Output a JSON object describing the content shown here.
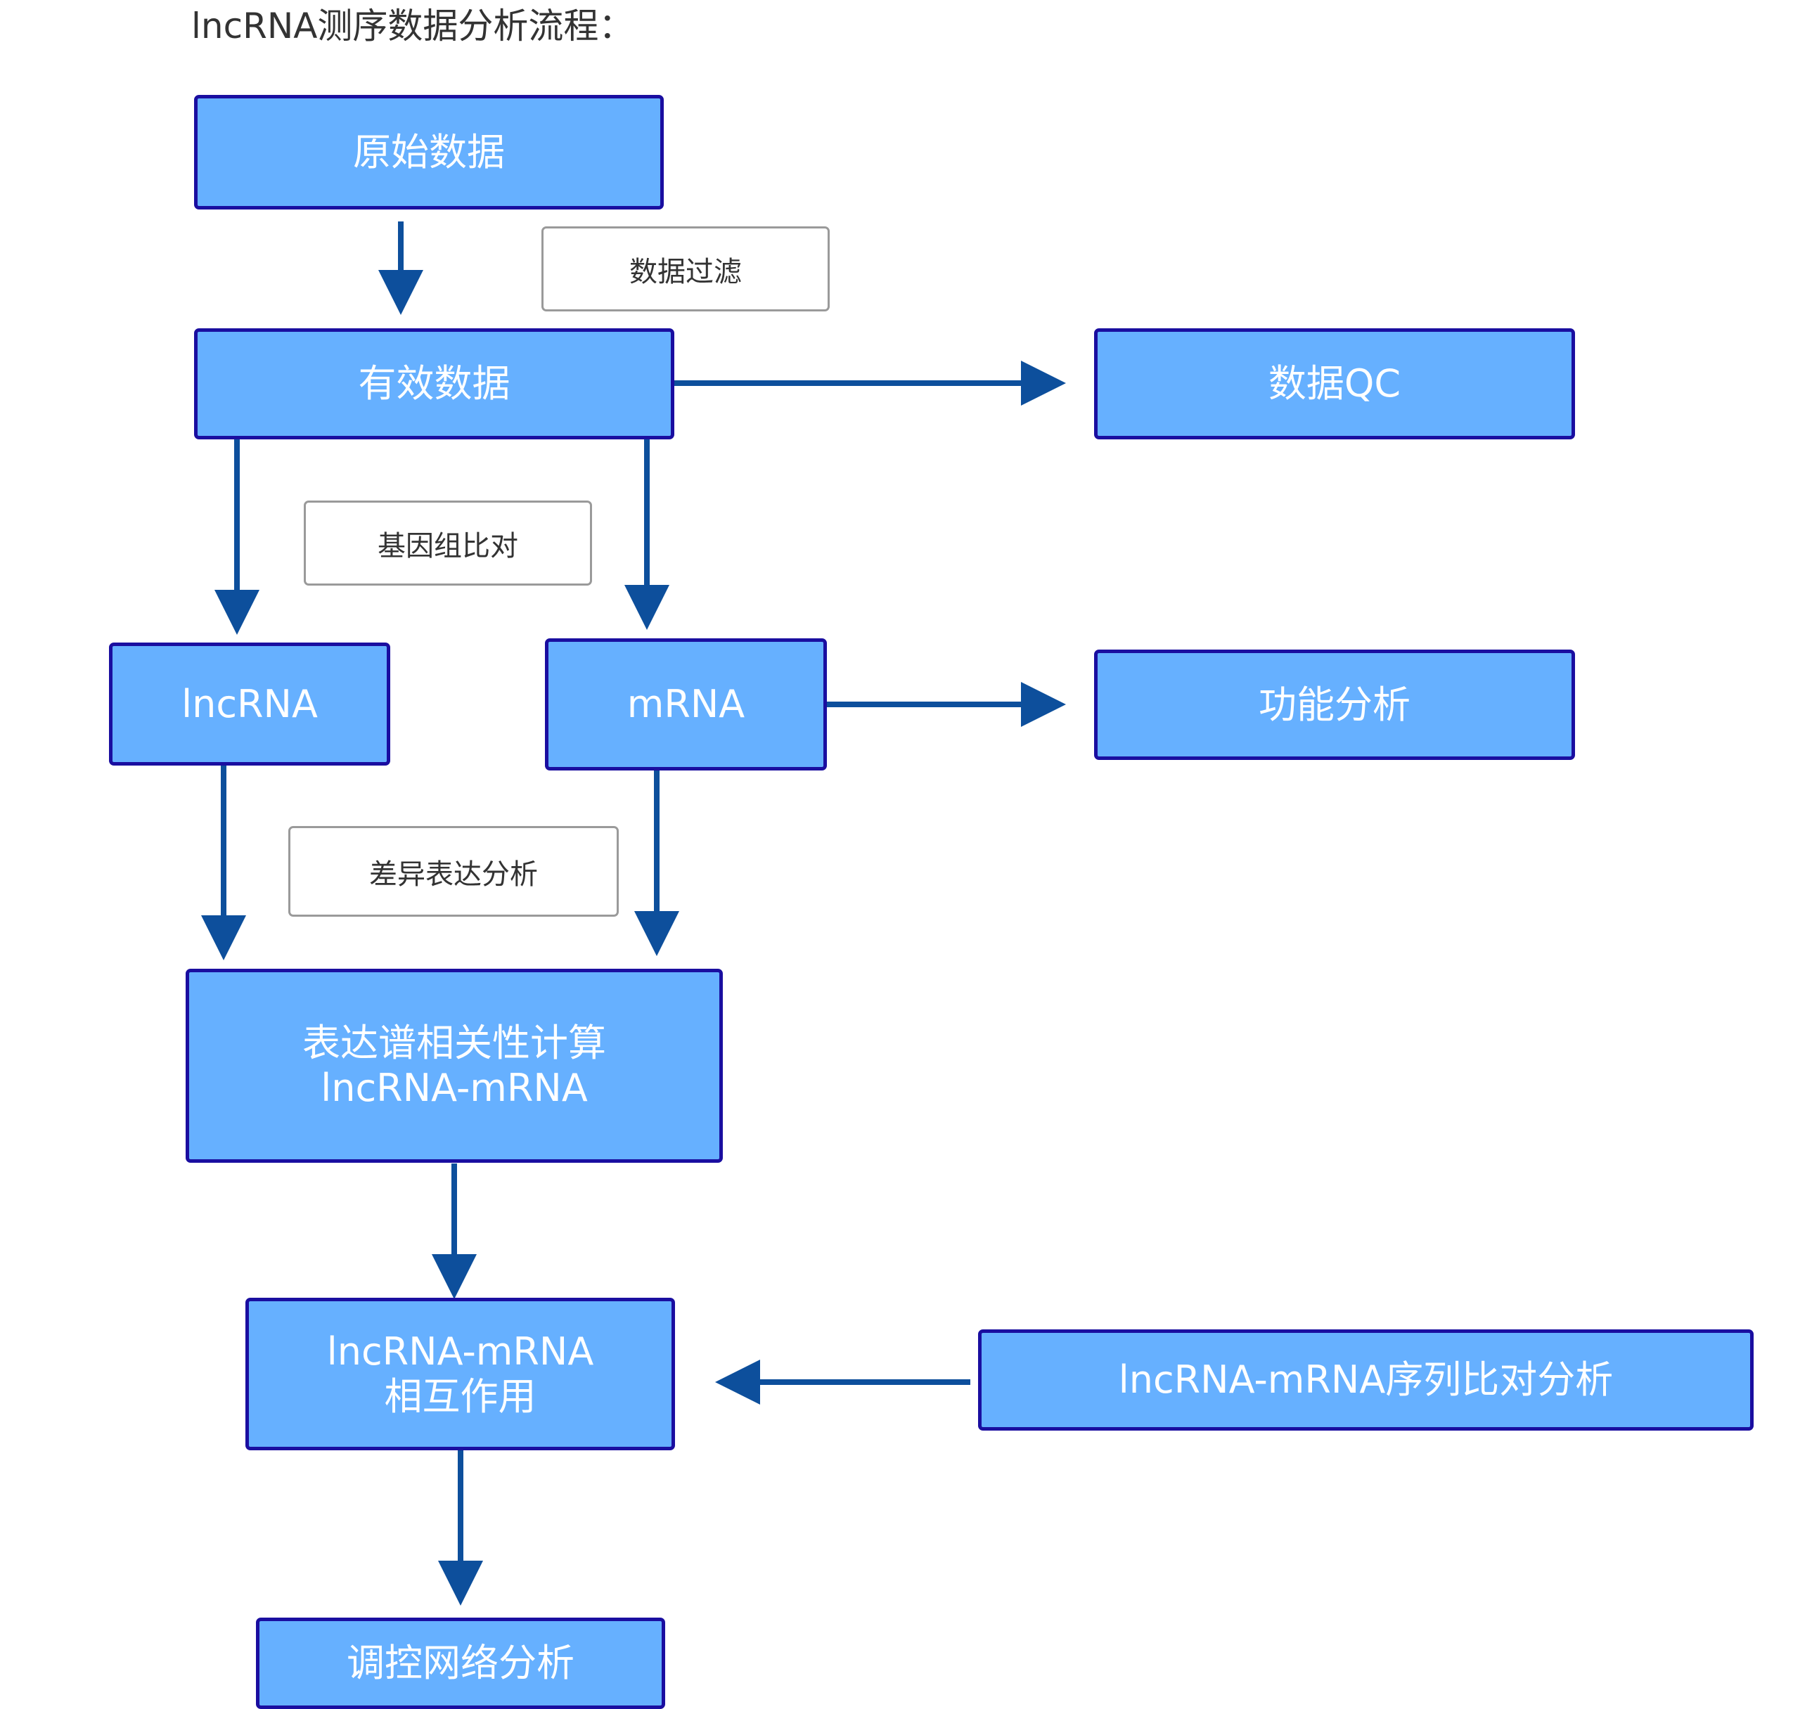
{
  "title": "lncRNA测序数据分析流程：",
  "nodes": {
    "raw": "原始数据",
    "valid": "有效数据",
    "qc": "数据QC",
    "lncrna": "lncRNA",
    "mrna": "mRNA",
    "function": "功能分析",
    "correlation_line1": "表达谱相关性计算",
    "correlation_line2": "lncRNA-mRNA",
    "interaction_line1": "lncRNA-mRNA",
    "interaction_line2": "相互作用",
    "sequence": "lncRNA-mRNA序列比对分析",
    "network": "调控网络分析"
  },
  "notes": {
    "filter": "数据过滤",
    "align": "基因组比对",
    "diff": "差异表达分析"
  },
  "colors": {
    "box_fill": "#66b0ff",
    "box_border": "#1a0ea0",
    "arrow": "#0d4f9c",
    "note_border": "#9a9a9a"
  }
}
